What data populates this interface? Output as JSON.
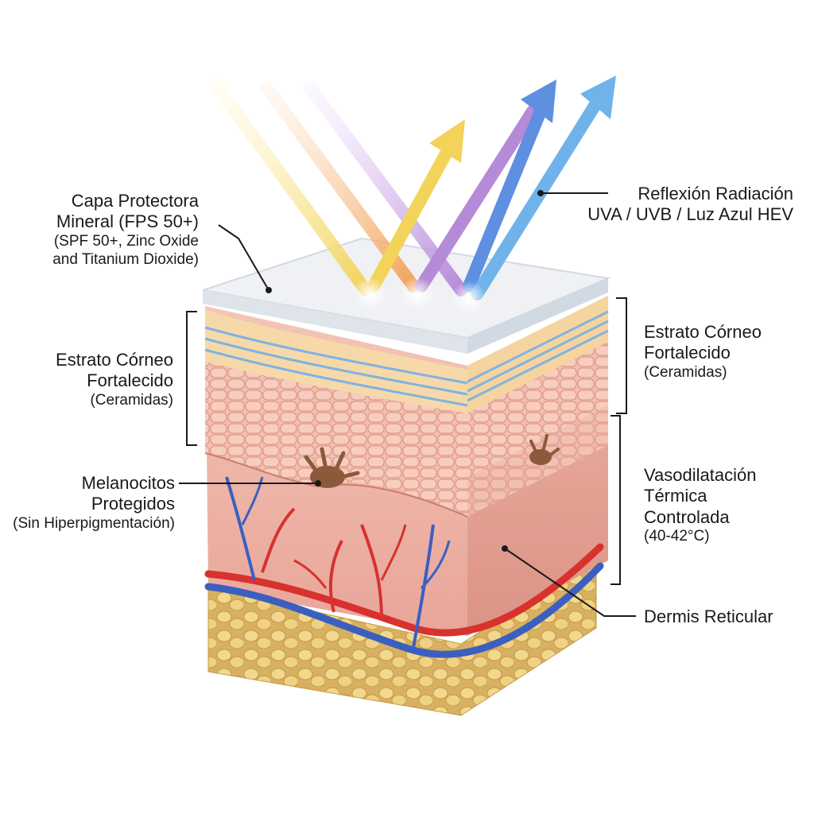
{
  "labels": {
    "mineral_layer": {
      "line1": "Capa Protectora",
      "line2": "Mineral (FPS 50+)",
      "line3": "(SPF 50+, Zinc Oxide",
      "line4": "and Titanium Dioxide)"
    },
    "reflection": {
      "line1": "Reflexión Radiación",
      "line2": "UVA / UVB / Luz Azul HEV"
    },
    "stratum_left": {
      "line1": "Estrato Córneo",
      "line2": "Fortalecido",
      "line3": "(Ceramidas)"
    },
    "stratum_right": {
      "line1": "Estrato Córneo",
      "line2": "Fortalecido",
      "line3": "(Ceramidas)"
    },
    "melanocytes": {
      "line1": "Melanocitos",
      "line2": "Protegidos",
      "line3": "(Sin Hiperpigmentación)"
    },
    "vasodilation": {
      "line1": "Vasodilatación",
      "line2": "Térmica",
      "line3": "Controlada",
      "line4": "(40-42°C)"
    },
    "dermis": {
      "line1": "Dermis Reticular"
    }
  },
  "colors": {
    "ray_yellow": "#f3d35a",
    "ray_orange": "#f2a35c",
    "ray_violet": "#b58ad6",
    "ray_blue": "#5e8fe0",
    "ray_lightblue": "#6fb3ea",
    "skin_pink": "#efb4a8",
    "epidermis_cells": "#f0b8a8",
    "stratum_blue": "#7fb3e0",
    "melanocyte": "#8a5a3a",
    "artery_red": "#d7322e",
    "vein_blue": "#3b5fc0",
    "fat_yellow": "#e8c77a",
    "leader_line": "#1a1a1a"
  },
  "icons": {
    "incoming_rays": "sunlight-rays-icon",
    "reflected_rays": "reflected-arrow-icon"
  }
}
